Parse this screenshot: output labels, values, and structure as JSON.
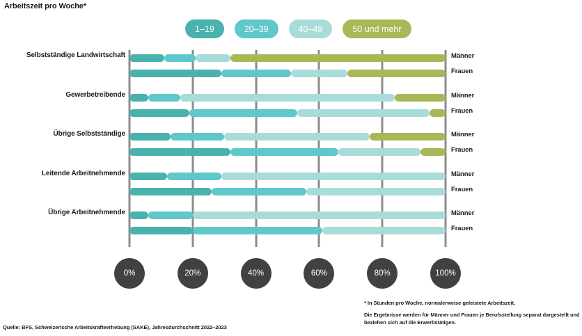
{
  "title": "Arbeitszeit pro Woche*",
  "legend": {
    "position": "top",
    "items": [
      {
        "label": "1–19",
        "color": "#49b2ad"
      },
      {
        "label": "20–39",
        "color": "#5fc8cb"
      },
      {
        "label": "40–49",
        "color": "#a8dcd9"
      },
      {
        "label": "50 und mehr",
        "color": "#a8b857"
      }
    ]
  },
  "series_labels": [
    "Männer",
    "Frauen"
  ],
  "axis": {
    "ticks": [
      "0%",
      "20%",
      "40%",
      "60%",
      "80%",
      "100%"
    ],
    "tick_values": [
      0,
      20,
      40,
      60,
      80,
      100
    ],
    "tick_color": "#414141",
    "grid_color": "#8c8c8c"
  },
  "footnotes": {
    "first": "* In Stunden pro Woche, normalerweise geleistete Arbeitszeit.",
    "second": "Die Ergebnisse werden für Männer und Frauen je Berufsstellung separat dargestellt und beziehen sich auf die Erwerbstätigen."
  },
  "source": "Quelle: BFS, Schweizerische Arbeitskräfteerhebung (SAKE), Jahresdurchschnitt 2022–2023",
  "chart_data": {
    "type": "bar",
    "orientation": "horizontal",
    "stacked": true,
    "normalized_percent": true,
    "title": "Arbeitszeit pro Woche*",
    "xlabel": "",
    "ylabel": "",
    "xlim": [
      0,
      100
    ],
    "grid": true,
    "legend_position": "top",
    "segment_names": [
      "1–19",
      "20–39",
      "40–49",
      "50 und mehr"
    ],
    "segment_colors": [
      "#49b2ad",
      "#5fc8cb",
      "#a8dcd9",
      "#a8b857"
    ],
    "categories": [
      "Selbstständige Landwirtschaft",
      "Gewerbetreibende",
      "Übrige Selbstständige",
      "Leitende Arbeitnehmende",
      "Übrige Arbeitnehmende"
    ],
    "groups": [
      {
        "category": "Selbstständige Landwirtschaft",
        "rows": [
          {
            "series": "Männer",
            "values": [
              11,
              10,
              11,
              68
            ]
          },
          {
            "series": "Frauen",
            "values": [
              29,
              22,
              18,
              31
            ]
          }
        ]
      },
      {
        "category": "Gewerbetreibende",
        "rows": [
          {
            "series": "Männer",
            "values": [
              6,
              10,
              68,
              16
            ]
          },
          {
            "series": "Frauen",
            "values": [
              19,
              34,
              42,
              5
            ]
          }
        ]
      },
      {
        "category": "Übrige Selbstständige",
        "rows": [
          {
            "series": "Männer",
            "values": [
              13,
              17,
              46,
              24
            ]
          },
          {
            "series": "Frauen",
            "values": [
              32,
              34,
              26,
              8
            ]
          }
        ]
      },
      {
        "category": "Leitende Arbeitnehmende",
        "rows": [
          {
            "series": "Männer",
            "values": [
              12,
              17,
              71,
              0
            ]
          },
          {
            "series": "Frauen",
            "values": [
              26,
              30,
              44,
              0
            ]
          }
        ]
      },
      {
        "category": "Übrige Arbeitnehmende",
        "rows": [
          {
            "series": "Männer",
            "values": [
              6,
              14,
              80,
              0
            ]
          },
          {
            "series": "Frauen",
            "values": [
              20,
              41,
              39,
              0
            ]
          }
        ]
      }
    ]
  }
}
